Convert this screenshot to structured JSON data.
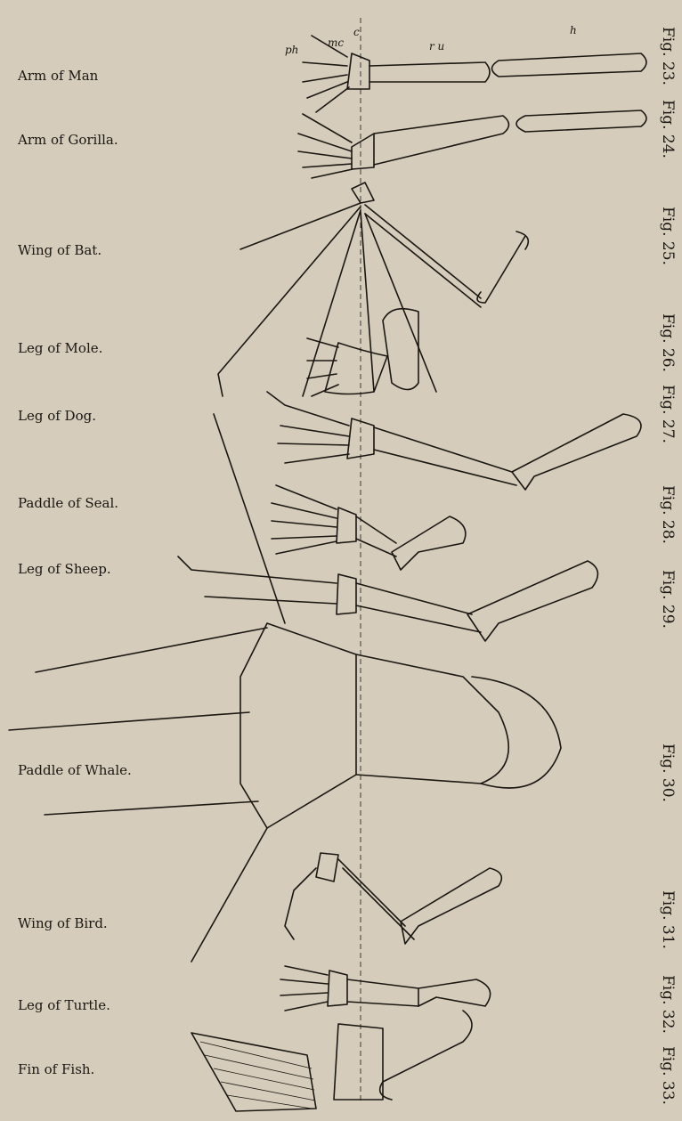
{
  "labels": [
    "Arm of Man",
    "Arm of Gorilla.",
    "Wing of Bat.",
    "Leg of Mole.",
    "Leg of Dog.",
    "Paddle of Seal.",
    "Leg of Sheep.",
    "Paddle of Whale.",
    "Wing of Bird.",
    "Leg of Turtle.",
    "Fin of Fish."
  ],
  "figures": [
    "Fig. 23.",
    "Fig. 24.",
    "Fig. 25.",
    "Fig. 26.",
    "Fig. 27.",
    "Fig. 28.",
    "Fig. 29.",
    "Fig. 30.",
    "Fig. 31.",
    "Fig. 32.",
    "Fig. 33."
  ],
  "bone_labels": {
    "humerus": "h",
    "radius_ulna": "r u",
    "carpus": "c",
    "metacarpus": "mc",
    "phalanges": "ph"
  },
  "colors": {
    "paper": "#d6ccbb",
    "ink": "#1a1712"
  }
}
